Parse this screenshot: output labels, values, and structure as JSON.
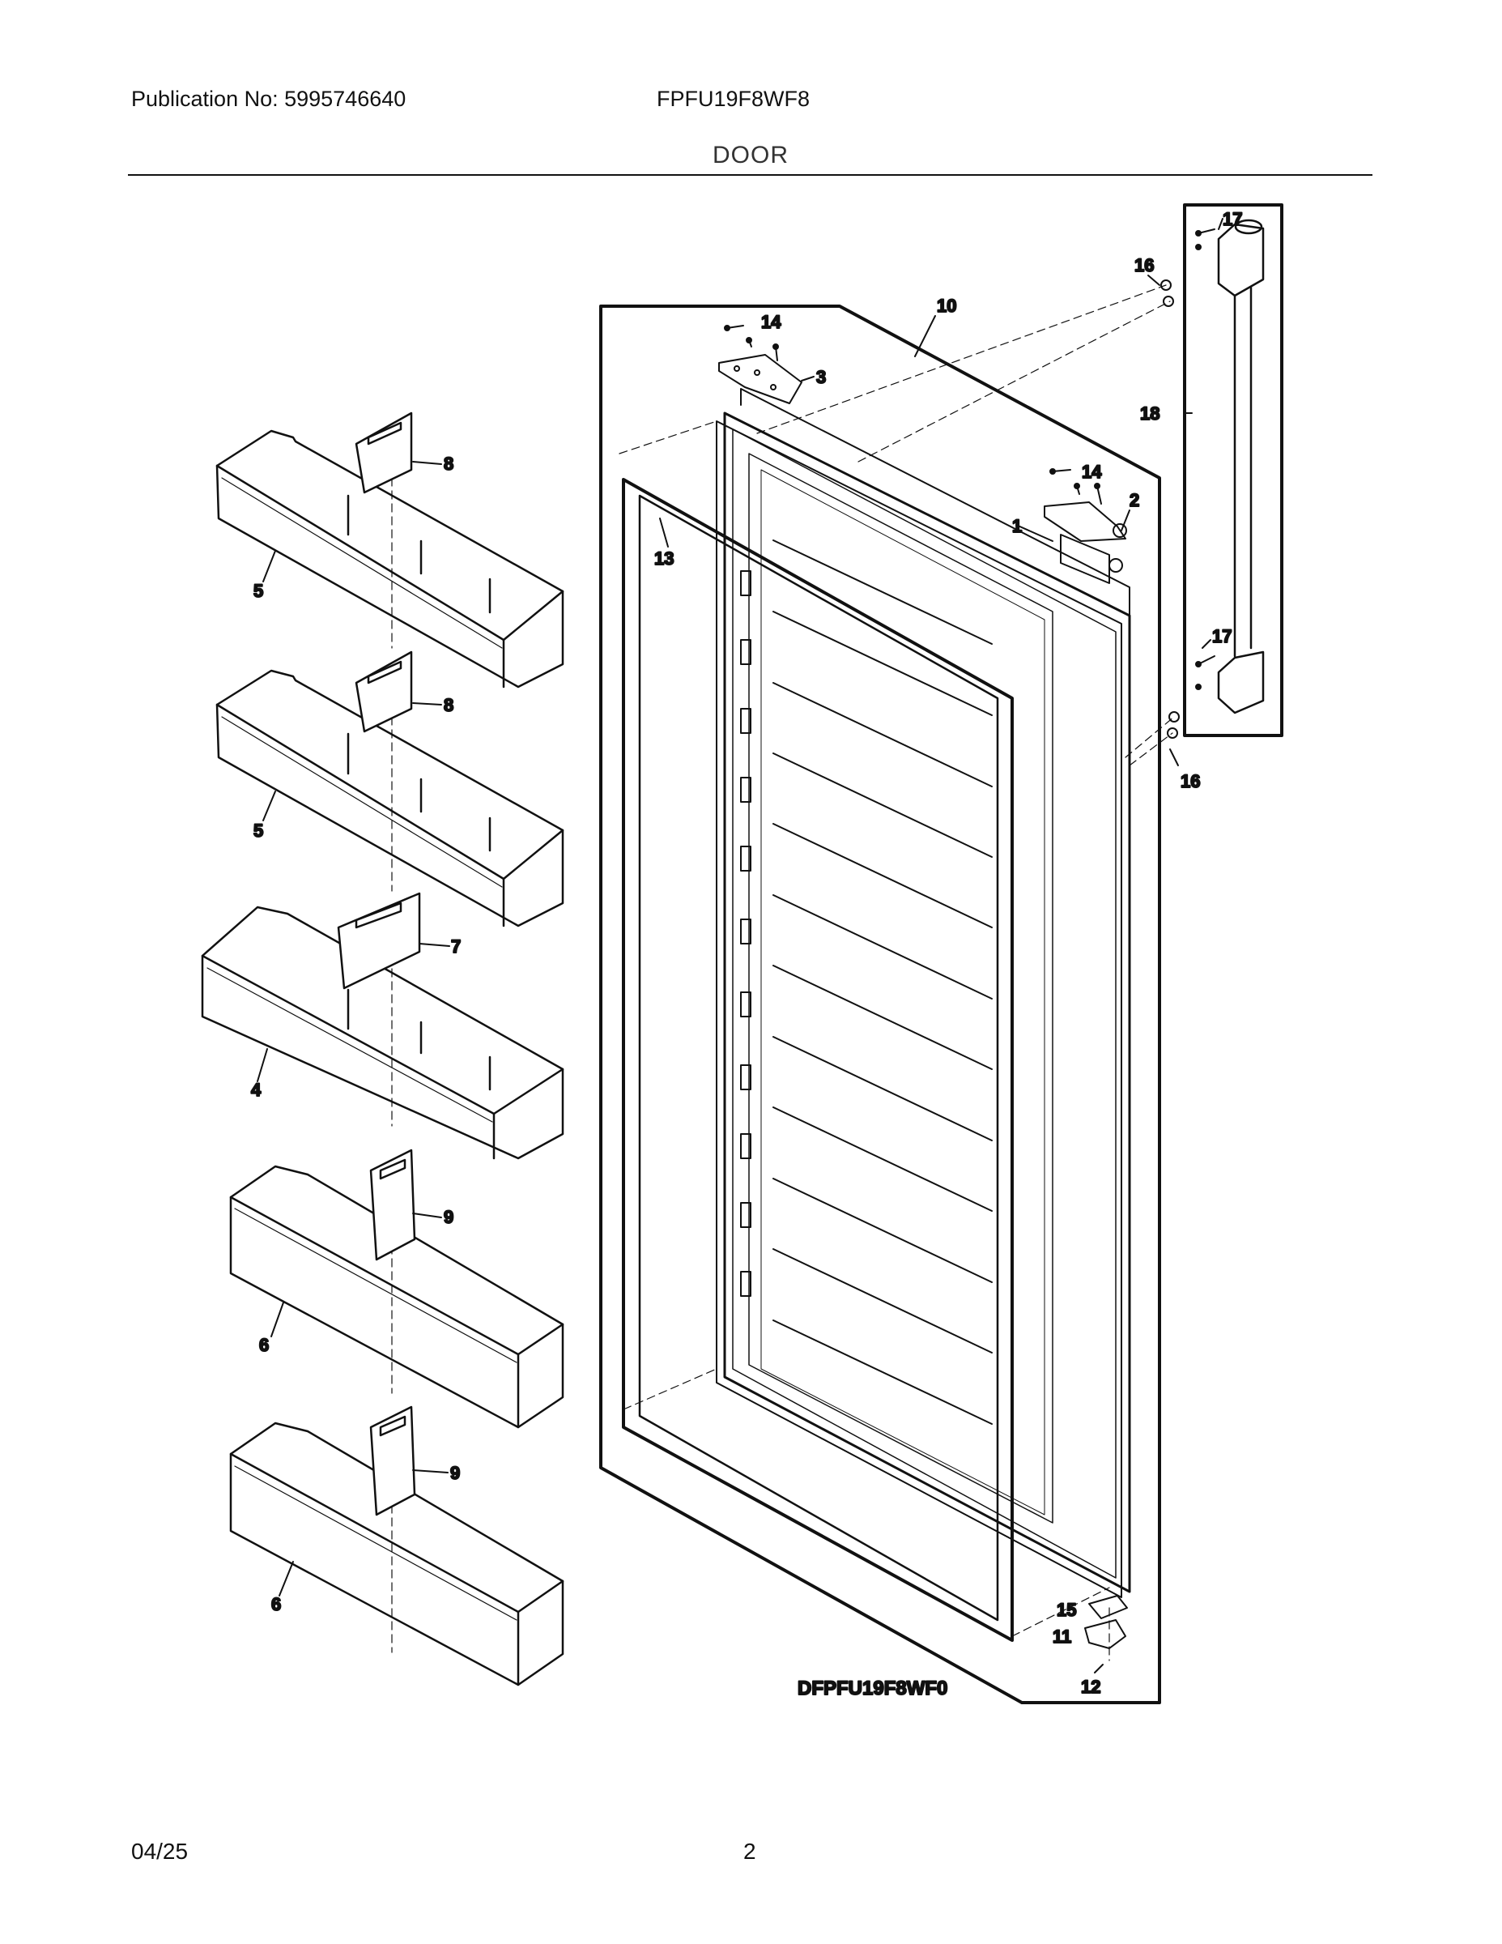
{
  "header": {
    "publication": "Publication No: 5995746640",
    "model": "FPFU19F8WF8",
    "section": "DOOR"
  },
  "footer": {
    "date": "04/25",
    "page": "2"
  },
  "diagram": {
    "code": "DFPFU19F8WF0",
    "callouts": [
      "1",
      "2",
      "3",
      "4",
      "5",
      "5",
      "6",
      "6",
      "7",
      "8",
      "8",
      "9",
      "9",
      "10",
      "11",
      "12",
      "13",
      "14",
      "14",
      "15",
      "16",
      "16",
      "17",
      "17",
      "18"
    ]
  }
}
